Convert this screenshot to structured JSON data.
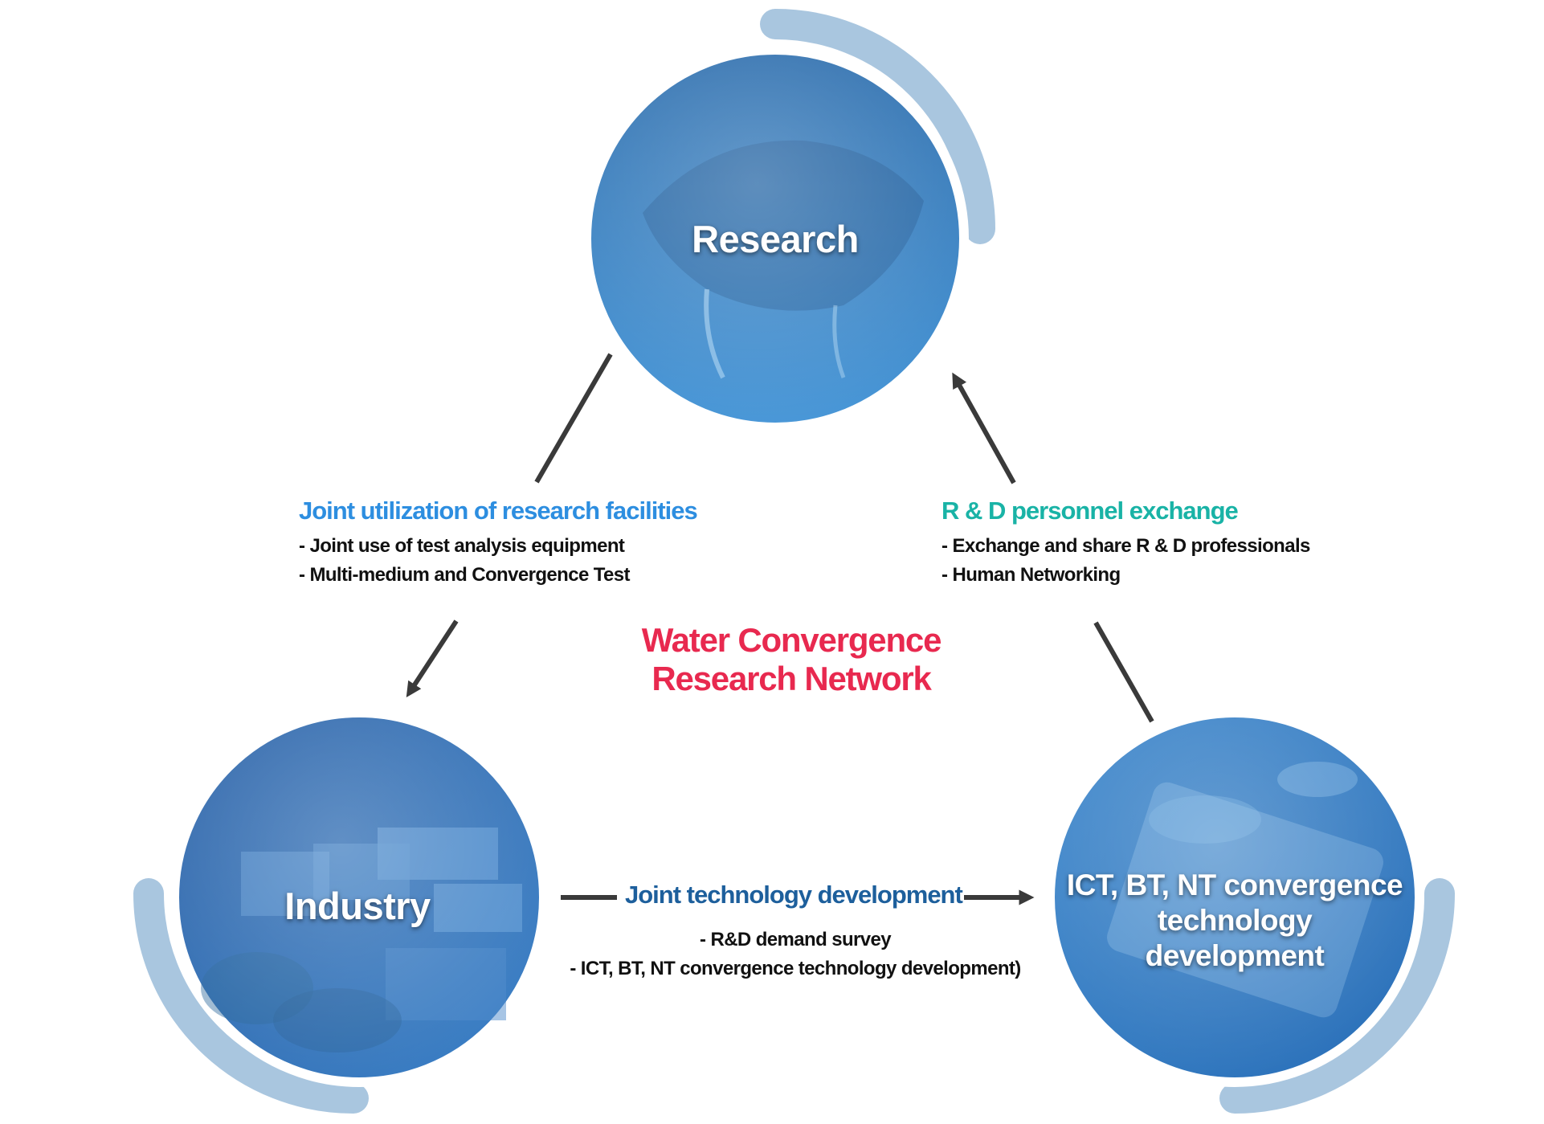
{
  "nodes": {
    "research": {
      "label": "Research",
      "fill_top": "#2f6fae",
      "fill_bottom": "#4a98d8"
    },
    "industry": {
      "label": "Industry",
      "fill_top": "#2e64a8",
      "fill_bottom": "#3d82c8"
    },
    "ict": {
      "label_line1": "ICT, BT, NT convergence",
      "label_line2": "technology development",
      "fill_top": "#3f88cc",
      "fill_bottom": "#2a6fb8"
    }
  },
  "center": {
    "line1": "Water Convergence",
    "line2": "Research Network",
    "color": "#e8294f"
  },
  "edges": {
    "research_industry": {
      "title": "Joint utilization of research facilities",
      "title_color": "#2d8ee0",
      "items": [
        "- Joint use of test analysis equipment",
        "- Multi-medium and Convergence Test"
      ]
    },
    "ict_research": {
      "title": "R & D personnel exchange",
      "title_color": "#19b3a6",
      "items": [
        "- Exchange and share R & D professionals",
        "- Human Networking"
      ]
    },
    "industry_ict": {
      "title": "Joint technology development",
      "title_color": "#1d5f9c",
      "items": [
        "- R&D demand survey",
        "- ICT, BT, NT convergence technology development)"
      ]
    }
  },
  "colors": {
    "ring": "#a9c6df",
    "arrow": "#3a3a3a",
    "circle_border": "#ffffff"
  }
}
